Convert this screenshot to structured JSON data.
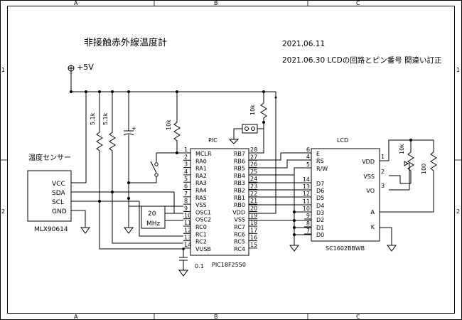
{
  "title": "非接触赤外線温度計",
  "dates": {
    "line1": "2021.06.11",
    "line2": "2021.06.30  LCDの回路とピン番号 間違い訂正"
  },
  "border": {
    "cols": [
      "A",
      "B",
      "C"
    ],
    "rows": [
      "1",
      "2"
    ]
  },
  "power": {
    "label": "+5V"
  },
  "sensor": {
    "title": "温度センサー",
    "pins": [
      "VCC",
      "SDA",
      "SCL",
      "GND"
    ],
    "part": "MLX90614"
  },
  "resistors": {
    "r1": "5.1k",
    "r2": "5.1k",
    "r3": "10k",
    "r4": "10k",
    "rpot": "10k",
    "r100": "100"
  },
  "crystal": {
    "freq_top": "20",
    "freq_bottom": "MHz"
  },
  "capacitor": {
    "value": "0.1",
    "plus": "+"
  },
  "pic": {
    "label": "PIC",
    "part": "PIC18F2550",
    "left_pins": [
      {
        "num": "1",
        "name": "MCLR"
      },
      {
        "num": "2",
        "name": "RA0"
      },
      {
        "num": "3",
        "name": "RA1"
      },
      {
        "num": "4",
        "name": "RA2"
      },
      {
        "num": "5",
        "name": "RA3"
      },
      {
        "num": "6",
        "name": "RA4"
      },
      {
        "num": "7",
        "name": "RA5"
      },
      {
        "num": "8",
        "name": "VSS"
      },
      {
        "num": "9",
        "name": "OSC1"
      },
      {
        "num": "10",
        "name": "OSC2"
      },
      {
        "num": "11",
        "name": "RC0"
      },
      {
        "num": "12",
        "name": "RC1"
      },
      {
        "num": "13",
        "name": "RC2"
      },
      {
        "num": "14",
        "name": "VUSB"
      }
    ],
    "right_pins": [
      {
        "num": "28",
        "name": "RB7"
      },
      {
        "num": "27",
        "name": "RB6"
      },
      {
        "num": "26",
        "name": "RB5"
      },
      {
        "num": "25",
        "name": "RB4"
      },
      {
        "num": "24",
        "name": "RB3"
      },
      {
        "num": "23",
        "name": "RB2"
      },
      {
        "num": "22",
        "name": "RB1"
      },
      {
        "num": "21",
        "name": "RB0"
      },
      {
        "num": "20",
        "name": "VDD"
      },
      {
        "num": "19",
        "name": "VSS"
      },
      {
        "num": "18",
        "name": "RC7"
      },
      {
        "num": "17",
        "name": "RC6"
      },
      {
        "num": "16",
        "name": "RC5"
      },
      {
        "num": "15",
        "name": "RC4"
      }
    ]
  },
  "lcd": {
    "label": "LCD",
    "part": "SC1602BBWB",
    "left_pins": [
      {
        "num": "6",
        "name": "E"
      },
      {
        "num": "4",
        "name": "RS"
      },
      {
        "num": "5",
        "name": "R/W"
      },
      {
        "num": "",
        "name": ""
      },
      {
        "num": "14",
        "name": "D7"
      },
      {
        "num": "13",
        "name": "D6"
      },
      {
        "num": "12",
        "name": "D5"
      },
      {
        "num": "11",
        "name": "D4"
      },
      {
        "num": "10",
        "name": "D3"
      },
      {
        "num": "9",
        "name": "D2"
      },
      {
        "num": "8",
        "name": "D1"
      },
      {
        "num": "7",
        "name": "D0"
      }
    ],
    "right_pins": [
      {
        "num": "1",
        "name": "VDD"
      },
      {
        "num": "2",
        "name": "VSS"
      },
      {
        "num": "3",
        "name": "VO"
      },
      {
        "num": "",
        "name": "A"
      },
      {
        "num": "",
        "name": "K"
      }
    ]
  }
}
